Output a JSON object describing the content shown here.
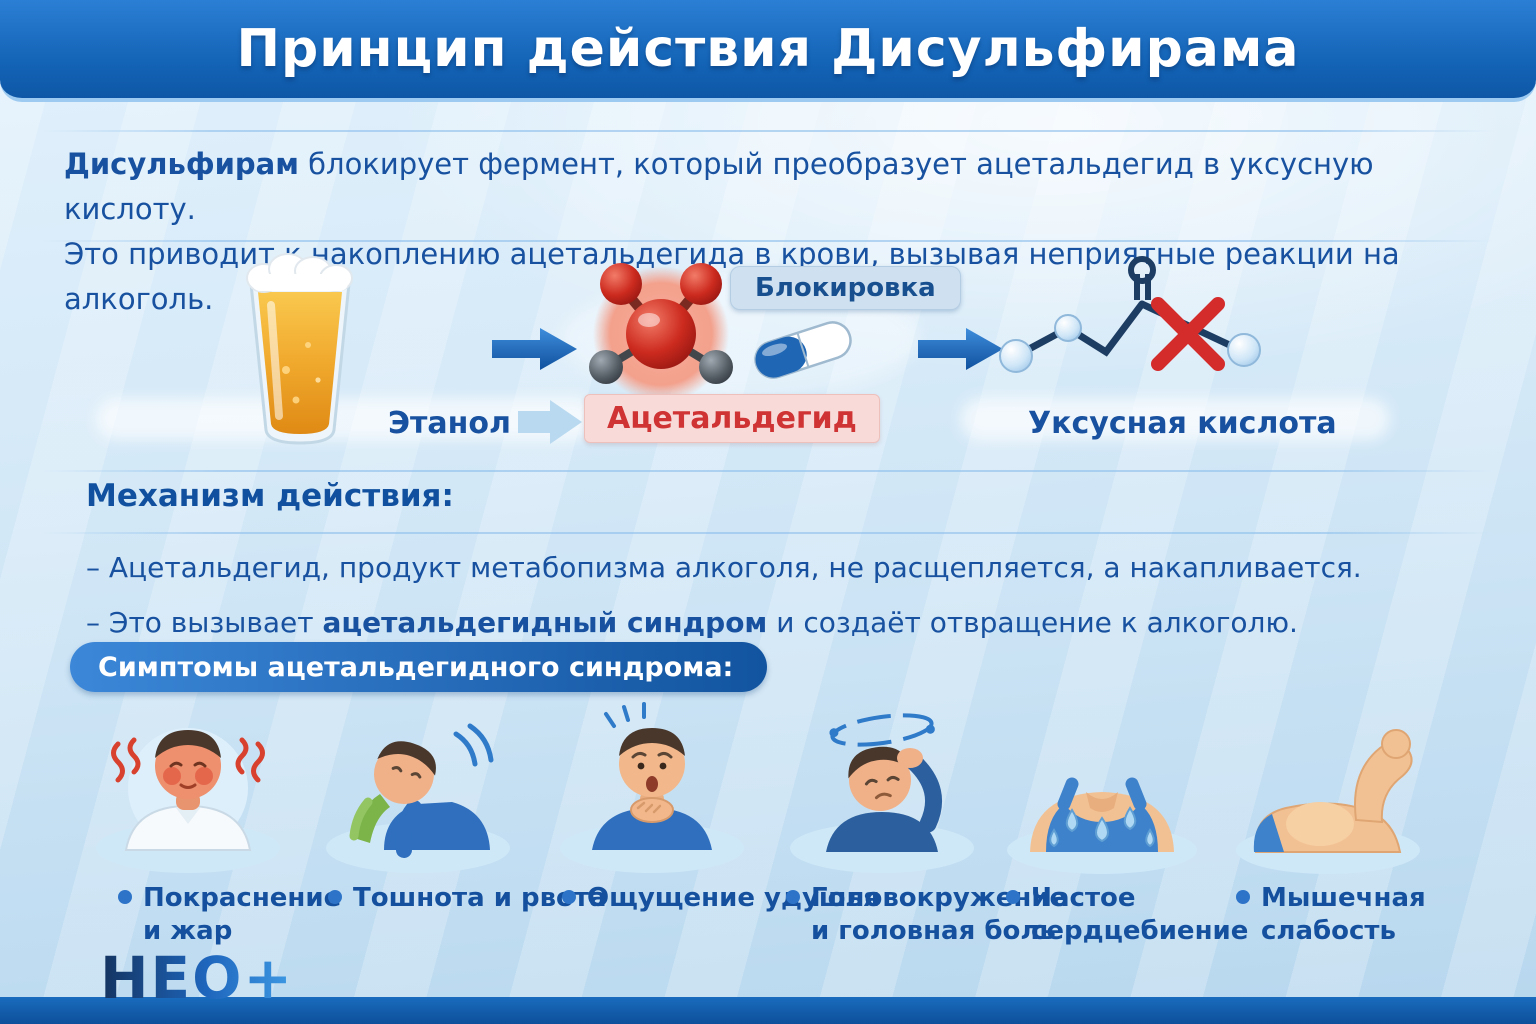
{
  "colors": {
    "header_blue": "#1467ba",
    "primary_text_blue": "#17519f",
    "accent_red": "#cf3333",
    "banner_blue": "#2a77cc",
    "light_background": "#d8ecfa"
  },
  "header": {
    "title": "Принцип действия Дисульфирама"
  },
  "intro": {
    "lead_bold": "Дисульфирам",
    "lead_rest": " блокирует фермент, который преобразует ацетальдегид в уксусную кислоту.",
    "line2": "Это приводит к накоплению ацетальдегида в крови, вызывая неприятные реакции на алкоголь."
  },
  "pathway": {
    "ethanol": "Этанол",
    "acetaldehyde": "Ацетальдегид",
    "blocking": "Блокировка",
    "acetic_acid": "Уксусная кислота",
    "icons": [
      "beer-glass-icon",
      "arrow-right-icon",
      "acetaldehyde-molecule-icon",
      "disulfiram-capsule-icon",
      "acetic-acid-blocked-icon",
      "chevron-right-icon"
    ]
  },
  "mechanism": {
    "heading": "Механизм действия:",
    "bullet1": "– Ацетальдегид, продукт метабопизма алкоголя, не расщепляется, а накапливается.",
    "bullet2_prefix": "– Это вызывает ",
    "bullet2_bold": "ацетальдегидный синдром",
    "bullet2_suffix": " и создаёт отвращение к алкоголю."
  },
  "symptoms": {
    "heading": "Симптомы ацетальдегидного синдрома:",
    "items": [
      {
        "icon": "red-face-fever-icon",
        "lines": [
          "Покраснение",
          "и жар"
        ]
      },
      {
        "icon": "vomiting-icon",
        "lines": [
          "Тошнота и рвота",
          ""
        ]
      },
      {
        "icon": "choking-icon",
        "lines": [
          "Ощущение удушья",
          ""
        ]
      },
      {
        "icon": "dizziness-headache-icon",
        "lines": [
          "Головокружение",
          "и головная боль"
        ]
      },
      {
        "icon": "heartbeat-sweat-icon",
        "lines": [
          "Частое",
          "сердцебиение"
        ]
      },
      {
        "icon": "muscle-weakness-icon",
        "lines": [
          "Мышечная",
          "слабость"
        ]
      }
    ]
  },
  "footer": {
    "logo": "НЕО+"
  }
}
